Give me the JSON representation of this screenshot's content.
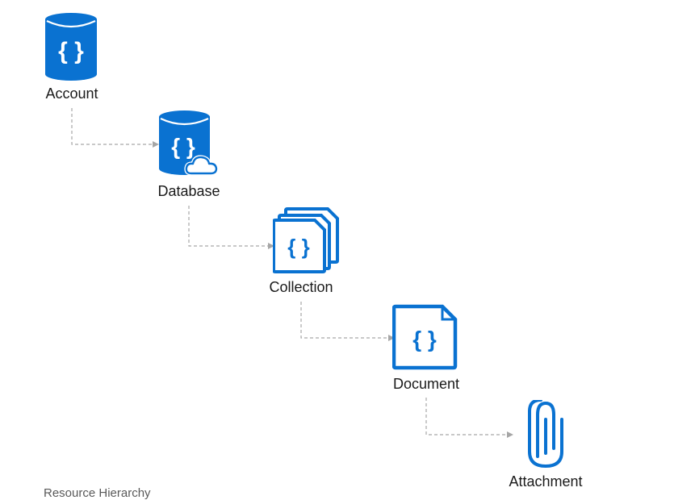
{
  "diagram": {
    "caption": "Resource Hierarchy",
    "nodes": [
      {
        "id": "account",
        "label": "Account",
        "icon": "database-icon"
      },
      {
        "id": "database",
        "label": "Database",
        "icon": "database-cloud-icon"
      },
      {
        "id": "collection",
        "label": "Collection",
        "icon": "stacked-documents-icon"
      },
      {
        "id": "document",
        "label": "Document",
        "icon": "document-icon"
      },
      {
        "id": "attachment",
        "label": "Attachment",
        "icon": "paperclip-icon"
      }
    ],
    "edges": [
      {
        "from": "account",
        "to": "database",
        "style": "dashed-arrow"
      },
      {
        "from": "database",
        "to": "collection",
        "style": "dashed-arrow"
      },
      {
        "from": "collection",
        "to": "document",
        "style": "dashed-arrow"
      },
      {
        "from": "document",
        "to": "attachment",
        "style": "dashed-arrow"
      }
    ],
    "colors": {
      "icon_blue": "#0a72d1",
      "connector_gray": "#a6a6a6",
      "label_text": "#1a1a1a",
      "caption_text": "#595959"
    }
  }
}
